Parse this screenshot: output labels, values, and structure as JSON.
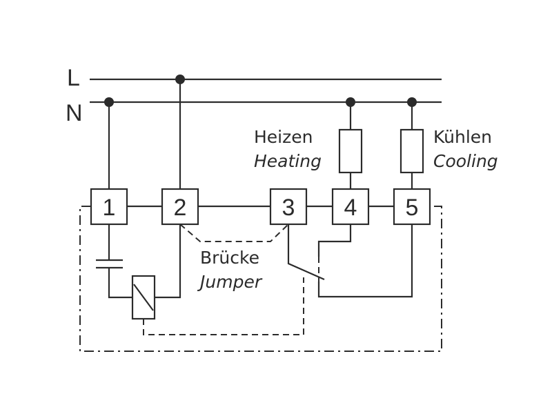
{
  "lines": {
    "l": "L",
    "n": "N"
  },
  "terminals": [
    "1",
    "2",
    "3",
    "4",
    "5"
  ],
  "labels": {
    "heating_de": "Heizen",
    "heating_en": "Heating",
    "cooling_de": "Kühlen",
    "cooling_en": "Cooling",
    "jumper_de": "Brücke",
    "jumper_en": "Jumper"
  }
}
